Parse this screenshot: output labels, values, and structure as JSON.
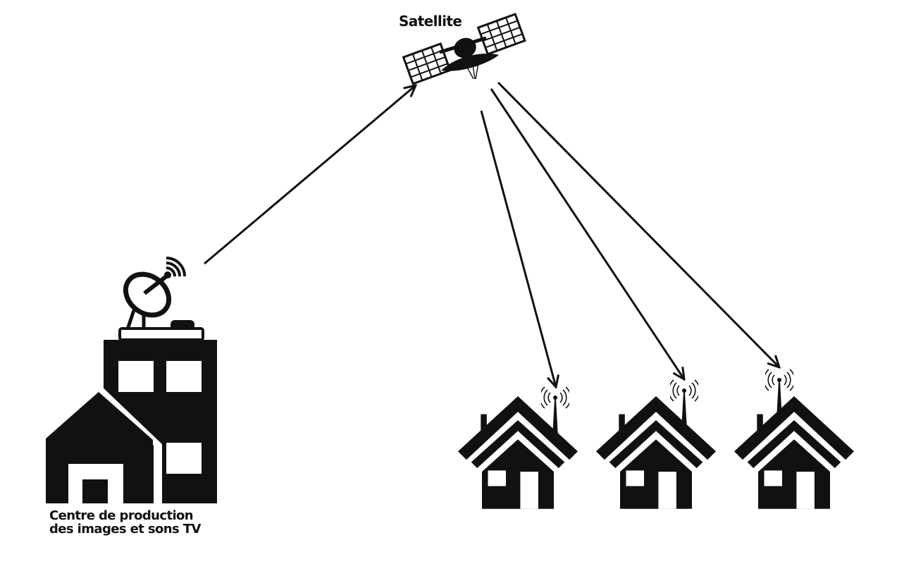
{
  "labels": {
    "satellite": "Satellite",
    "centre_line1": "Centre de production",
    "centre_line2": "des images et sons TV"
  },
  "colors": {
    "ink": "#111111",
    "background": "#ffffff"
  },
  "icons": [
    "satellite-icon",
    "satellite-dish-icon",
    "office-building-icon",
    "house-icon",
    "antenna-icon"
  ]
}
